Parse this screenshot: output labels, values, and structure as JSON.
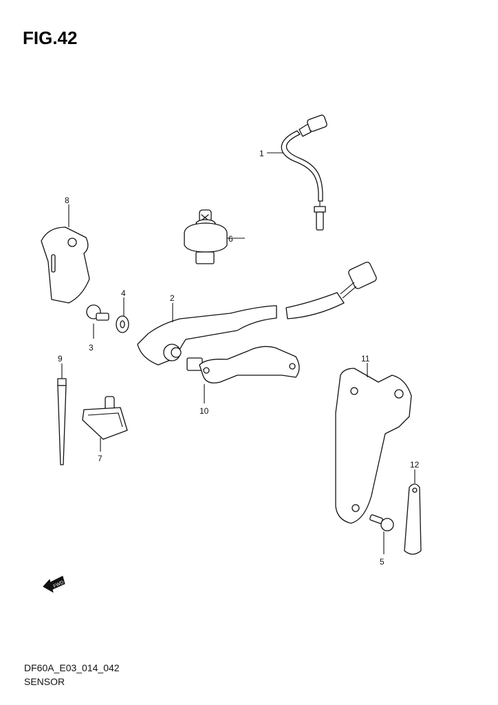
{
  "figure_title": "FIG.42",
  "footer": {
    "code": "DF60A_E03_014_042",
    "name": "SENSOR"
  },
  "fwd_label": "FWD",
  "callouts": [
    "1",
    "2",
    "3",
    "4",
    "5",
    "6",
    "7",
    "8",
    "9",
    "10",
    "11",
    "12"
  ]
}
